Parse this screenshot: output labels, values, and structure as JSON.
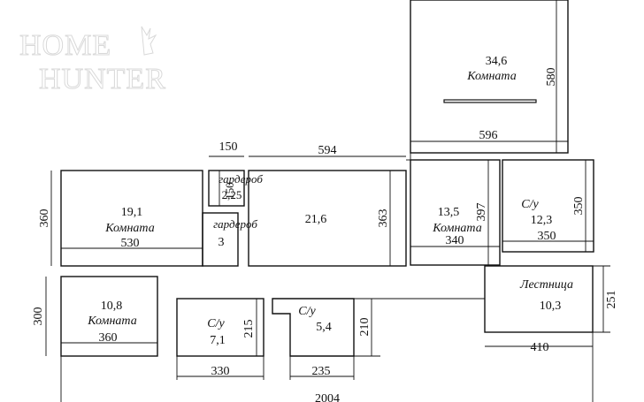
{
  "watermark": {
    "line1": "HOME",
    "line2": "HUNTER"
  },
  "rooms": {
    "big_room": {
      "area": "34,6",
      "name": "Комната"
    },
    "room_19": {
      "area": "19,1",
      "name": "Комната"
    },
    "wardrobe_top": {
      "name": "гардероб",
      "area": "2,25"
    },
    "wardrobe_bottom": {
      "name": "гардероб",
      "area": "3"
    },
    "hall": {
      "area": "21,6"
    },
    "room_13": {
      "area": "13,5",
      "name": "Комната"
    },
    "bath_top": {
      "name": "С/у",
      "area": "12,3"
    },
    "stairs": {
      "name": "Лестница",
      "area": "10,3"
    },
    "room_10": {
      "area": "10,8",
      "name": "Комната"
    },
    "bath_left": {
      "name": "С/у",
      "area": "7,1"
    },
    "bath_mid": {
      "name": "С/у",
      "area": "5,4"
    }
  },
  "dims": {
    "big_w": "596",
    "big_h": "580",
    "ward_w": "150",
    "ward_h": "150",
    "hall_w": "594",
    "hall_h": "363",
    "room19_w": "530",
    "room19_h": "360",
    "room13_w": "340",
    "room13_h": "397",
    "bath_top_w": "350",
    "bath_top_h": "350",
    "stairs_w": "410",
    "stairs_h": "251",
    "room10_w": "360",
    "room10_h": "300",
    "bath_left_w": "330",
    "bath_left_h": "215",
    "bath_mid_w": "235",
    "bath_mid_h": "210",
    "total_w": "2004"
  }
}
